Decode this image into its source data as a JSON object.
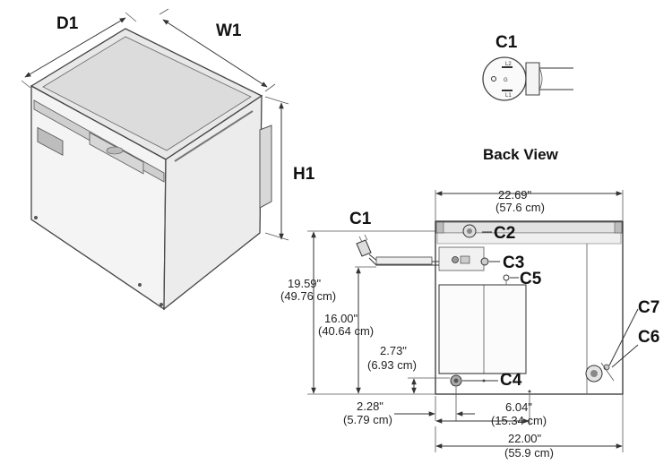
{
  "labels": {
    "d1": "D1",
    "w1": "W1",
    "h1": "H1",
    "c1_top": "C1",
    "back_view": "Back View",
    "c1": "C1",
    "c2": "C2",
    "c3": "C3",
    "c4": "C4",
    "c5": "C5",
    "c6": "C6",
    "c7": "C7"
  },
  "plug_marks": {
    "l2": "L2",
    "g": "G",
    "l1": "L1"
  },
  "dimensions": {
    "width_top_in": "22.69\"",
    "width_top_cm": "(57.6 cm)",
    "height_total_in": "19.59\"",
    "height_total_cm": "(49.76 cm)",
    "height_c3_in": "16.00\"",
    "height_c3_cm": "(40.64 cm)",
    "height_c4_in": "2.73\"",
    "height_c4_cm": "(6.93 cm)",
    "left_offset_in": "2.28\"",
    "left_offset_cm": "(5.79 cm)",
    "c4_offset_in": "6.04\"",
    "c4_offset_cm": "(15.34 cm)",
    "width_bottom_in": "22.00\"",
    "width_bottom_cm": "(55.9 cm)"
  },
  "colors": {
    "outline": "#333333",
    "body_fill": "#f2f2f2",
    "top_fill": "#e6e6e6"
  }
}
